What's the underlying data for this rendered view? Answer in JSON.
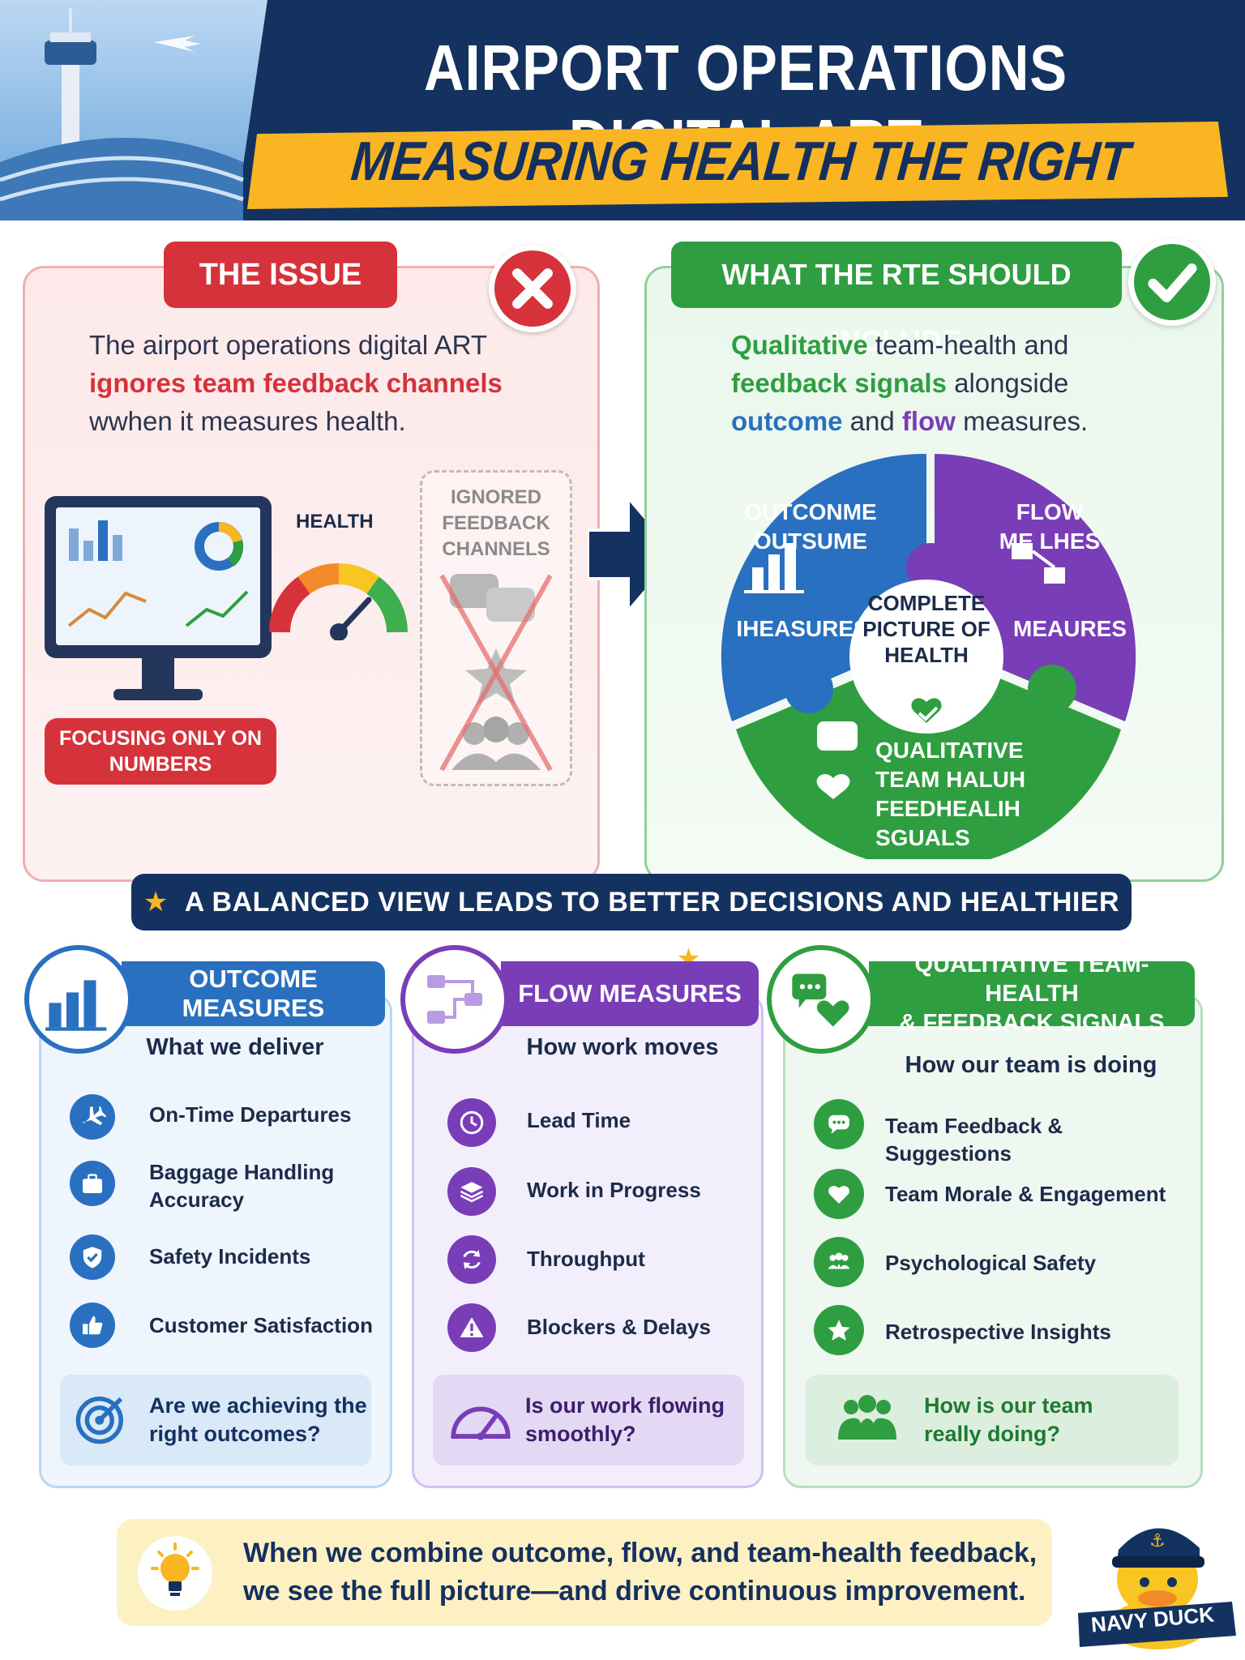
{
  "header": {
    "title": "AIRPORT OPERATIONS DIGITAL ART",
    "subtitle": "MEASURING HEALTH THE RIGHT WAY"
  },
  "issue": {
    "tab": "THE ISSUE",
    "text_plain_1": "The airport operations digital ART",
    "text_red": "ignores team feedback channels",
    "text_plain_2": "wwhen it measures health.",
    "health_label": "HEALTH",
    "focus_label_1": "FOCUSING ONLY ON",
    "focus_label_2": "NUMBERS",
    "ignored_1": "IGNORED",
    "ignored_2": "FEEDBACK",
    "ignored_3": "CHANNELS"
  },
  "rte": {
    "tab": "WHAT THE RTE SHOULD INCLUDE",
    "t1": "Qualitative",
    "t2": " team-health and",
    "t3": "feedback signals",
    "t4": " alongside",
    "t5": "outcome",
    "t6": " and ",
    "t7": "flow",
    "t8": " measures.",
    "complete_1": "COMPLETE",
    "complete_2": "PICTURE OF",
    "complete_3": "HEALTH",
    "pz_outcome_1": "OUTCONME",
    "pz_outcome_2": "OUTSUME",
    "pz_outcome_3": "IHEASURES",
    "pz_flow_1": "FLOW",
    "pz_flow_2": "ME LHES",
    "pz_flow_3": "MEAURES",
    "pz_qual_1": "QUALITATIVE",
    "pz_qual_2": "TEAM HALUH",
    "pz_qual_3": "FEEDHEALIH",
    "pz_qual_4": "SGUALS"
  },
  "balanced": "A BALANCED VIEW LEADS TO BETTER DECISIONS AND HEALTHIER TEAMS",
  "cards": {
    "outcome": {
      "title": "OUTCOME MEASURES",
      "subtitle": "What we deliver",
      "items": [
        "On-Time Departures",
        "Baggage Handling Accuracy",
        "Safety Incidents",
        "Customer Satisfaction"
      ],
      "question_1": "Are we achieving the",
      "question_2": "right outcomes?"
    },
    "flow": {
      "title": "FLOW MEASURES",
      "subtitle": "How work moves",
      "items": [
        "Lead Time",
        "Work in Progress",
        "Throughput",
        "Blockers & Delays"
      ],
      "question_1": "Is our work flowing",
      "question_2": "smoothly?"
    },
    "qual": {
      "title_1": "QUALITATIVE TEAM-HEALTH",
      "title_2": "& FEEDBACK SIGNALS",
      "subtitle": "How our team is doing",
      "items": [
        "Team Feedback & Suggestions",
        "Team Morale & Engagement",
        "Psychological Safety",
        "Retrospective Insights"
      ],
      "question_1": "How is our team",
      "question_2": "really doing?"
    }
  },
  "footer": {
    "line_1": "When we combine outcome, flow, and team-health feedback,",
    "line_2": "we see the full picture—and drive continuous improvement."
  },
  "mascot": "NAVY DUCK",
  "colors": {
    "navy": "#143260",
    "red": "#d6323b",
    "green": "#2f9e40",
    "blue": "#2a70c0",
    "purple": "#7a3db8",
    "yellow": "#f9b522"
  },
  "icons": [
    "x-icon",
    "check-icon",
    "arrow-right-icon",
    "airplane-icon",
    "briefcase-icon",
    "shield-check-icon",
    "thumbs-up-icon",
    "target-icon",
    "clock-icon",
    "layers-icon",
    "cycle-icon",
    "warning-icon",
    "speedometer-icon",
    "chat-icon",
    "heart-icon",
    "people-icon",
    "star-icon",
    "lightbulb-icon",
    "duck-icon",
    "bar-chart-icon",
    "flow-icon",
    "chat-heart-icon"
  ]
}
